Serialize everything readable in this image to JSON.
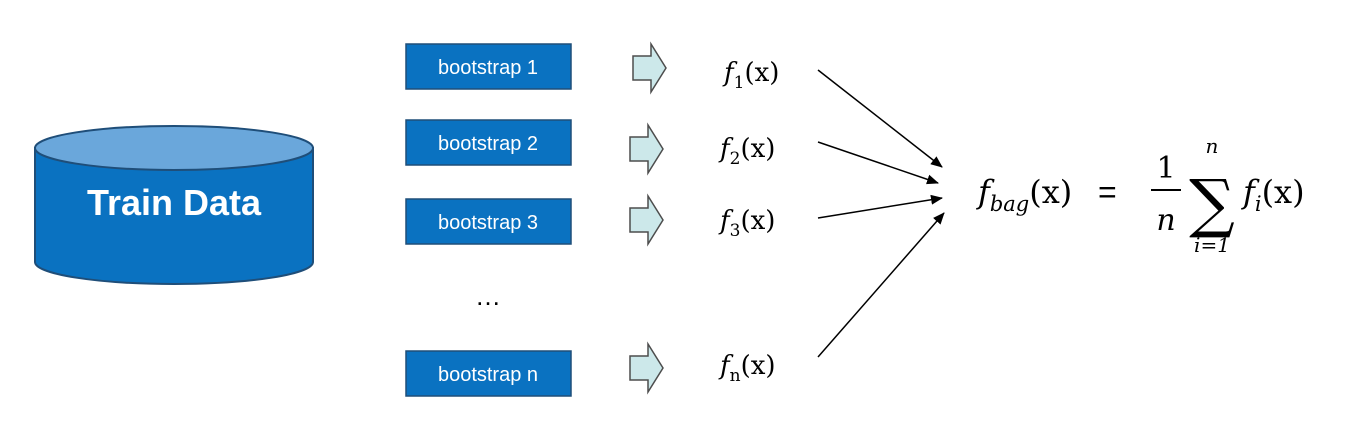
{
  "database": {
    "label": "Train Data",
    "fill": "#0a72c1",
    "top_fill": "#6aa7db",
    "stroke": "#1f4e79"
  },
  "bootstraps": [
    {
      "label": "bootstrap 1",
      "model": {
        "fn": "f",
        "sub": "1",
        "arg": "(x)"
      }
    },
    {
      "label": "bootstrap 2",
      "model": {
        "fn": "f",
        "sub": "2",
        "arg": "(x)"
      }
    },
    {
      "label": "bootstrap 3",
      "model": {
        "fn": "f",
        "sub": "3",
        "arg": "(x)"
      }
    },
    {
      "label": "bootstrap n",
      "model": {
        "fn": "f",
        "sub": "n",
        "arg": "(x)"
      }
    }
  ],
  "ellipsis": "…",
  "formula": {
    "lhs_fn": "f",
    "lhs_sub": "bag",
    "lhs_arg": "(x)",
    "equals": "=",
    "numerator": "1",
    "denominator": "n",
    "sum_symbol": "∑",
    "sum_upper": "n",
    "sum_lower": "i=1",
    "rhs_fn": "f",
    "rhs_sub": "i",
    "rhs_arg": "(x)"
  },
  "colors": {
    "box_fill": "#0a72c1",
    "box_stroke": "#1f4e79",
    "box_text": "#ffffff",
    "arrow_fill": "#cce8ea",
    "arrow_stroke": "#4d4d4d",
    "line": "#000000"
  }
}
